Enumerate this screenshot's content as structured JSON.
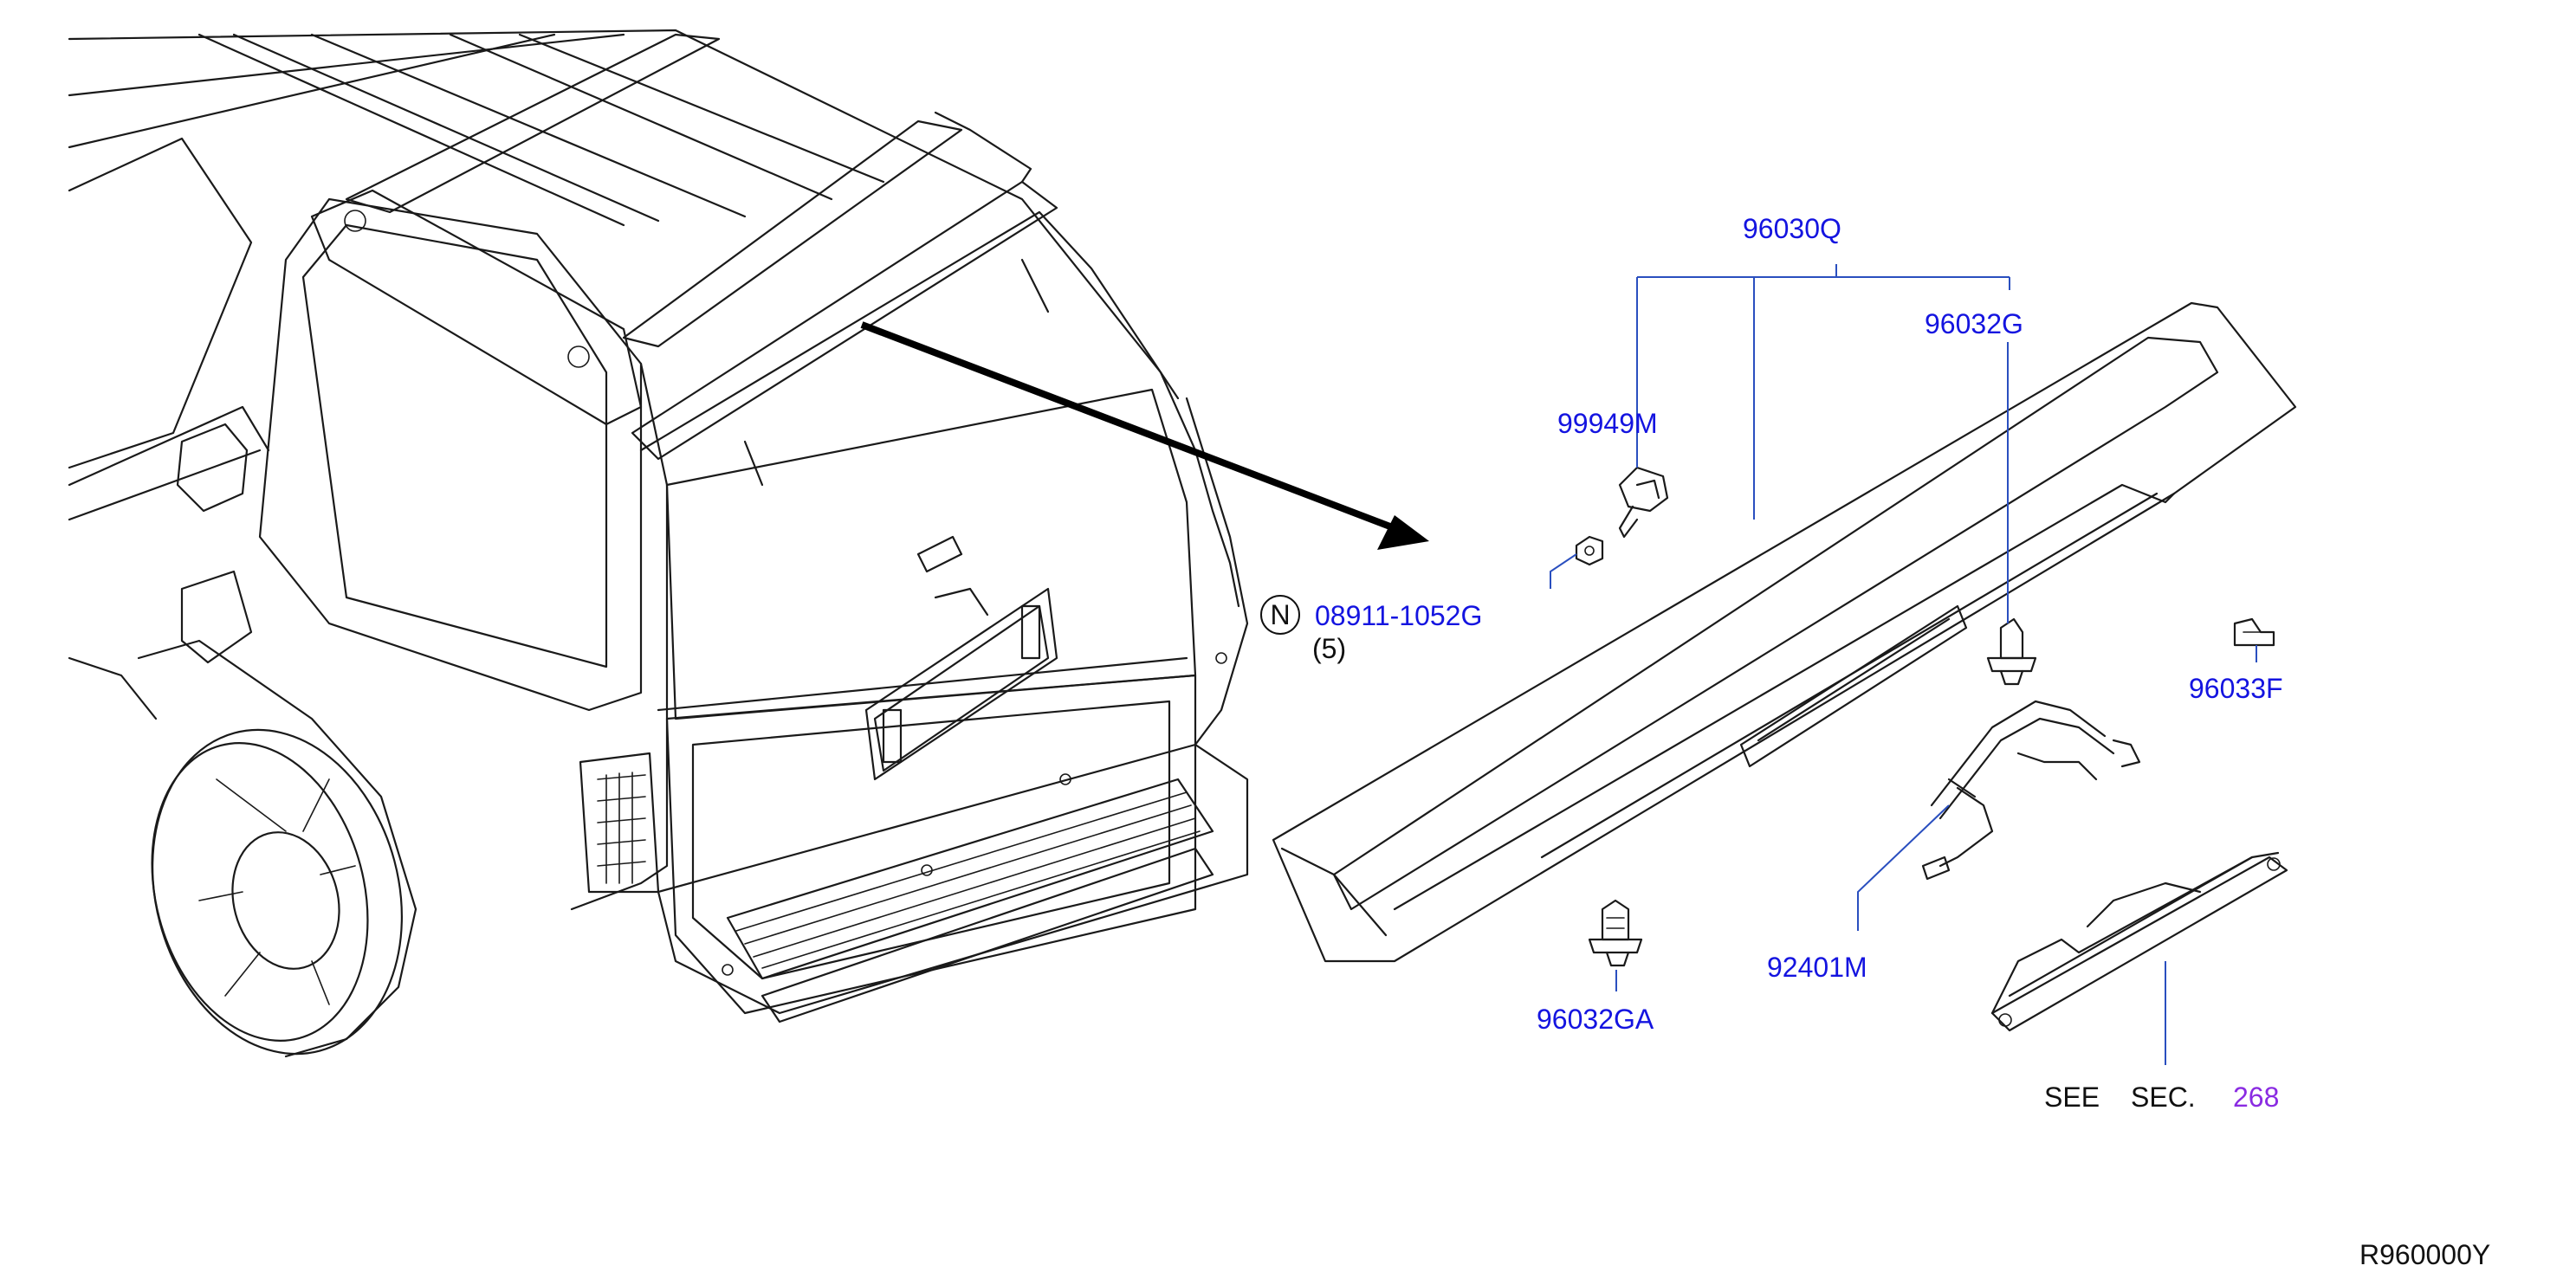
{
  "diagram": {
    "parts": [
      {
        "id": "p-96030q",
        "label": "96030Q"
      },
      {
        "id": "p-96032g",
        "label": "96032G"
      },
      {
        "id": "p-99949m",
        "label": "99949M"
      },
      {
        "id": "p-08911",
        "label": "08911-1052G"
      },
      {
        "id": "p-96033f",
        "label": "96033F"
      },
      {
        "id": "p-92401m",
        "label": "92401M"
      },
      {
        "id": "p-96032ga",
        "label": "96032GA"
      }
    ],
    "nut_symbol": "N",
    "nut_quantity": "(5)",
    "see_label": "SEE",
    "sec_label": "SEC.",
    "sec_number": "268",
    "diagram_code": "R960000Y"
  },
  "colors": {
    "callout": "#1414e0",
    "leader": "#2a4fbf",
    "line": "#1a1a1a",
    "section_ref": "#8a2be2"
  }
}
